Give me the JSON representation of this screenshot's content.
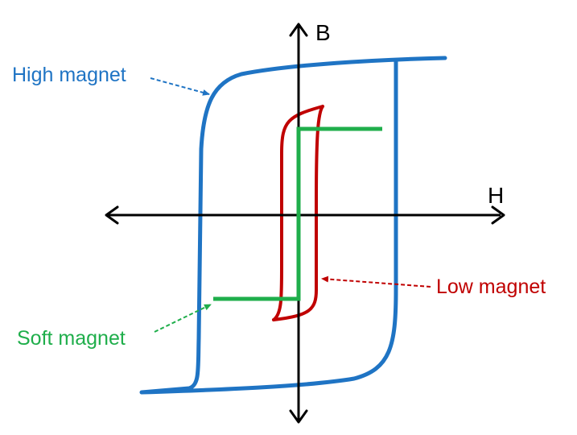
{
  "axes": {
    "vertical_label": "B",
    "horizontal_label": "H"
  },
  "labels": {
    "high": "High magnet",
    "low": "Low magnet",
    "soft": "Soft magnet"
  },
  "colors": {
    "axis": "#000000",
    "high": "#1f74c4",
    "low": "#c00000",
    "soft": "#1fae4b"
  }
}
